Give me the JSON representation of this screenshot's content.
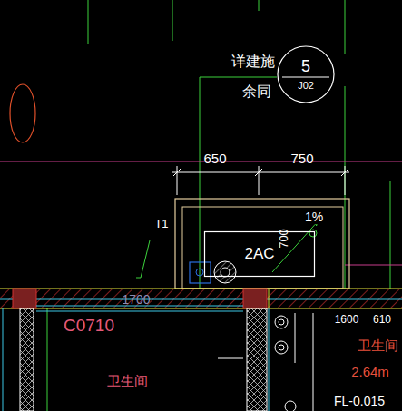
{
  "diagram": {
    "nodes": [
      {
        "text": [
          "5",
          "J02"
        ]
      },
      {
        "text": [
          "2AC"
        ]
      }
    ],
    "labels": [
      "详建施",
      "余同",
      "650",
      "750",
      "1%",
      "700",
      "T1",
      "1700",
      "C0710",
      "卫生间",
      "1600",
      "610",
      "卫生间",
      "2.64m",
      "FL-0.015"
    ]
  }
}
